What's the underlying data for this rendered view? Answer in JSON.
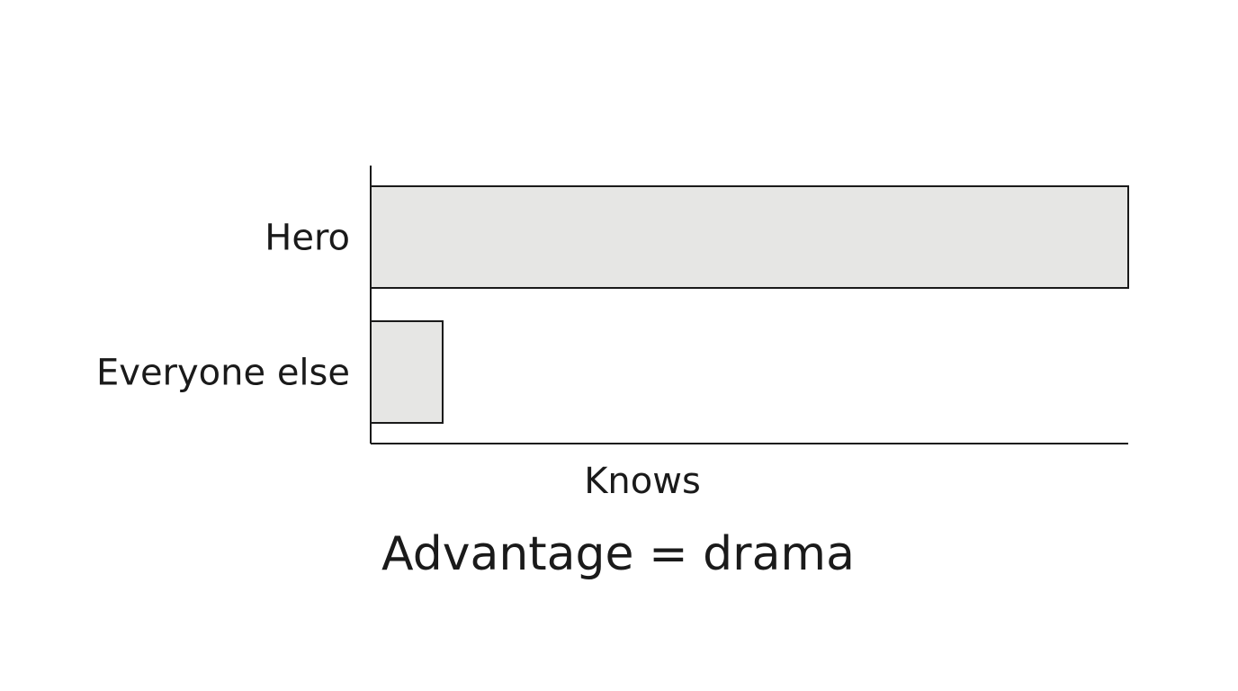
{
  "chart_data": {
    "type": "bar",
    "orientation": "horizontal",
    "categories": [
      "Hero",
      "Everyone else"
    ],
    "values": [
      100,
      9.5
    ],
    "xlabel": "Knows",
    "ylabel": "",
    "xlim": [
      0,
      100
    ],
    "grid": false,
    "annotation": "Advantage = drama",
    "colors": {
      "bar_fill": "#e6e6e4",
      "bar_stroke": "#1a1a1a",
      "axis": "#1a1a1a",
      "text": "#1a1a1a",
      "background": "#ffffff"
    }
  }
}
